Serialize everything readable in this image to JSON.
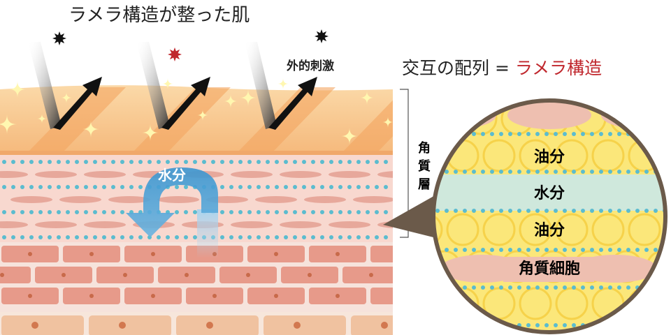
{
  "title": "ラメラ構造が整った肌",
  "external_stimulus": "外的刺激",
  "lamella_heading": {
    "prefix": "交互の配列 = ",
    "highlight": "ラメラ構造"
  },
  "stratum_corneum_label": [
    "角",
    "質",
    "層"
  ],
  "moisture_arrow_label": "水分",
  "zoom_circle": {
    "layers": [
      "油分",
      "水分",
      "油分",
      "角質細胞"
    ]
  },
  "colors": {
    "accent_red": "#c0272d",
    "dot_blue": "#5bbccf",
    "skin_pink": "#f6d2c8",
    "oil_yellow": "#fbe77a",
    "water_green": "#cfe8dc",
    "circle_border": "#6b5a4a"
  }
}
